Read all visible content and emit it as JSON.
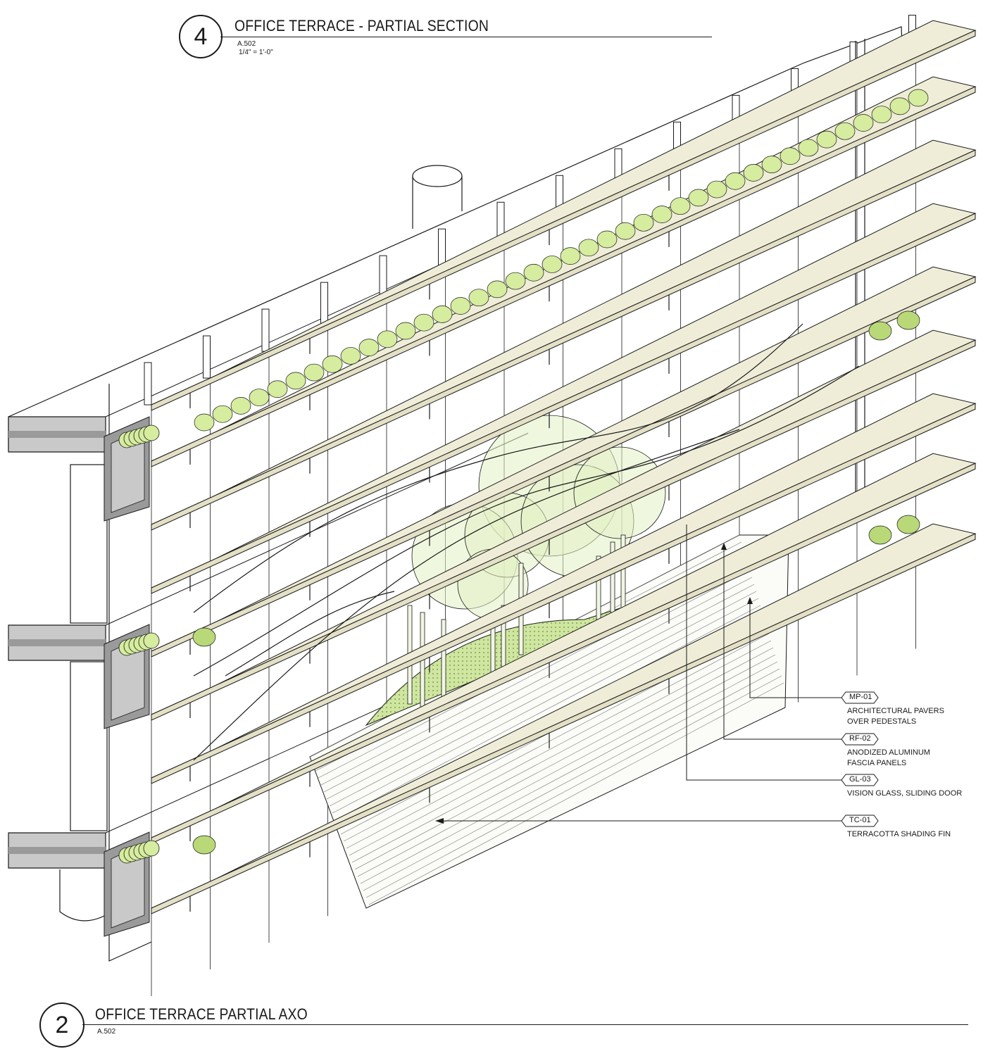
{
  "top_title": {
    "number": "4",
    "text": "OFFICE TERRACE - PARTIAL SECTION",
    "sheet": "A.502",
    "scale": "1/4\" = 1'-0\""
  },
  "bottom_title": {
    "number": "2",
    "text": "OFFICE TERRACE PARTIAL AXO",
    "sheet": "A.502"
  },
  "callouts": [
    {
      "tag": "MP-01",
      "lines": [
        "ARCHITECTURAL PAVERS",
        "OVER PEDESTALS"
      ]
    },
    {
      "tag": "RF-02",
      "lines": [
        "ANODIZED ALUMINUM",
        "FASCIA PANELS"
      ]
    },
    {
      "tag": "GL-03",
      "lines": [
        "VISION GLASS, SLIDING DOOR"
      ]
    },
    {
      "tag": "TC-01",
      "lines": [
        "TERRACOTTA SHADING FIN"
      ]
    }
  ],
  "colors": {
    "line": "#1a1a1a",
    "fin": "#efedd8",
    "fin_side": "#e3e0c6",
    "planter": "#9a9a9a",
    "planter_light": "#c9c9c9",
    "foliage": "#d6ec9e",
    "foliage_dark": "#b9d878",
    "canopy": "#e4f0c4",
    "lawn": "#cfe6a0"
  }
}
